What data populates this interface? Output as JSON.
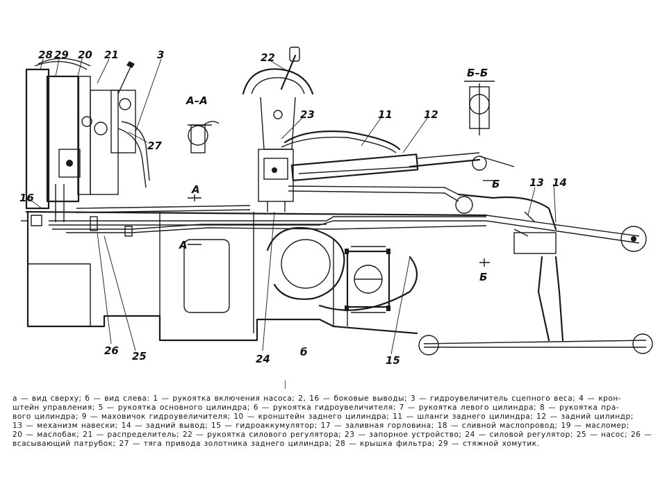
{
  "diagram": {
    "part_labels": [
      "28",
      "29",
      "20",
      "21",
      "3",
      "22",
      "23",
      "11",
      "12",
      "16",
      "27",
      "13",
      "14",
      "26",
      "25",
      "24",
      "15"
    ],
    "view_labels": [
      "б"
    ],
    "section_labels": [
      "А–А",
      "Б–Б"
    ],
    "section_marks": [
      "А",
      "А",
      "Б",
      "Б"
    ]
  },
  "legend": {
    "lines": [
      "а — вид сверху; б — вид слева: 1 — рукоятка включения насоса; 2, 16 — боковые выводы; 3 — гидроувеличитель сцепного веса; 4 — крон-",
      "штейн управления; 5 — рукоятка основного цилиндра; 6 — рукоятка гидроувеличителя; 7 — рукоятка левого цилиндра; 8 — рукоятка пра-",
      "вого цилиндра; 9 — маховичок гидроувеличителя; 10 — кронштейн заднего цилиндра; 11 — шланги заднего цилиндра; 12 — задний цилиндр;",
      "13 — механизм навески; 14 — задний вывод; 15 — гидроаккумулятор; 17 — заливная горловина; 18 — сливной маслопровод; 19 — масломер;",
      "20 — маслобак; 21 — распределитель; 22 — рукоятка силового регулятора; 23 — запорное устройство; 24 — силовой регулятор; 25 — насос; 26 —",
      "всасывающий патрубок; 27 — тяга привода золотника заднего цилиндра; 28 — крышка фильтра; 29 — стяжной хомутик."
    ]
  }
}
